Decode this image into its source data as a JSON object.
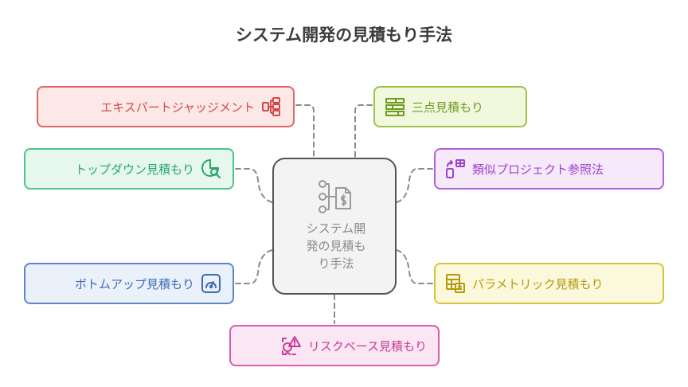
{
  "title": "システム開発の見積もり手法",
  "center": {
    "label": "システム開\n発の見積も\nり手法",
    "icon": "estimate-flow-icon"
  },
  "methods": {
    "expert": {
      "label": "エキスパートジャッジメント",
      "icon": "hierarchy-list-icon",
      "color": "#e06666"
    },
    "three_point": {
      "label": "三点見積もり",
      "icon": "bar-list-icon",
      "color": "#9ec24a"
    },
    "top_down": {
      "label": "トップダウン見積もり",
      "icon": "search-chart-icon",
      "color": "#4ec38b"
    },
    "analogous": {
      "label": "類似プロジェクト参照法",
      "icon": "compare-phone-icon",
      "color": "#b062d8"
    },
    "bottom_up": {
      "label": "ボトムアップ見積もり",
      "icon": "gauge-icon",
      "color": "#5c86c8"
    },
    "parametric": {
      "label": "パラメトリック見積もり",
      "icon": "table-document-icon",
      "color": "#d9c23c"
    },
    "risk_based": {
      "label": "リスクベース見積もり",
      "icon": "risk-warning-icon",
      "color": "#dd5cae"
    }
  }
}
